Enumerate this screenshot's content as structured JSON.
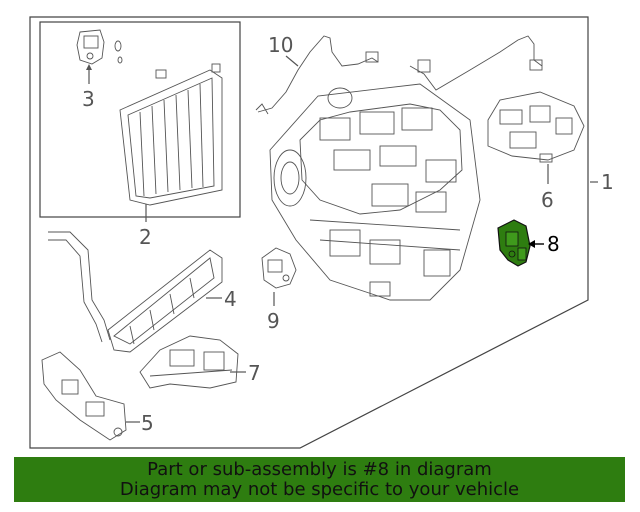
{
  "diagram": {
    "callouts": {
      "c1": "1",
      "c2": "2",
      "c3": "3",
      "c4": "4",
      "c5": "5",
      "c6": "6",
      "c7": "7",
      "c8": "8",
      "c9": "9",
      "c10": "10"
    },
    "highlighted_part": "8",
    "highlight_color": "#2e7d10"
  },
  "banner": {
    "line1": "Part or sub-assembly is #8 in diagram",
    "line2": "Diagram may not be specific to your vehicle",
    "background": "#2e7d10"
  }
}
